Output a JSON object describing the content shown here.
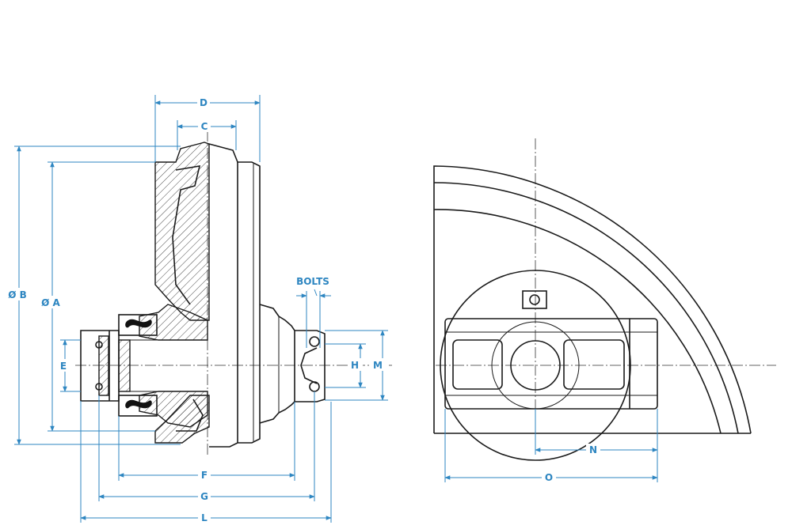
{
  "colors": {
    "line": "#1a1a1a",
    "dimension": "#2e86c1",
    "background": "#ffffff"
  },
  "labels": {
    "D": "D",
    "C": "C",
    "OB": "Ø B",
    "OA": "Ø A",
    "E": "E",
    "bolts": "BOLTS",
    "H": "H",
    "M": "M",
    "F": "F",
    "G": "G",
    "L": "L",
    "N": "N",
    "O": "O"
  }
}
